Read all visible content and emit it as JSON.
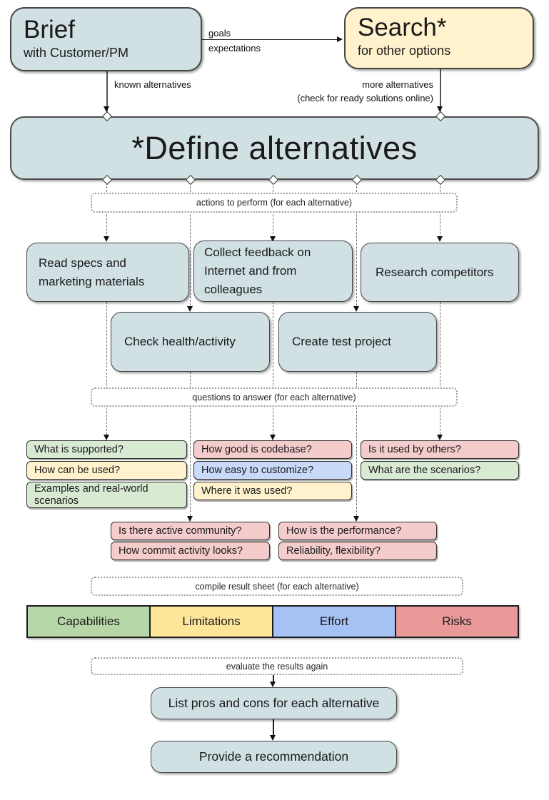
{
  "colors": {
    "node_fill": "#d0e0e3",
    "search_fill": "#fff2cc",
    "tone_green": "#d9ead3",
    "tone_yellow": "#fff2cc",
    "tone_red": "#f4cccc",
    "tone_blue": "#c9daf8",
    "bar_green": "#b6d7a8",
    "bar_yellow": "#ffe599",
    "bar_blue": "#a4c2f4",
    "bar_red": "#ea9999"
  },
  "nodes": {
    "brief": {
      "title": "Brief",
      "subtitle": "with Customer/PM"
    },
    "search": {
      "title": "Search*",
      "subtitle": "for other options"
    },
    "define": {
      "title": "*Define alternatives"
    },
    "action_read_specs": "Read specs and marketing materials",
    "action_collect_feedback": "Collect feedback on Internet and from colleagues",
    "action_research_competitors": "Research competitors",
    "action_check_health": "Check health/activity",
    "action_create_test": "Create test project",
    "list_pros_cons": "List pros and cons for each alternative",
    "recommendation": "Provide a recommendation"
  },
  "bands": {
    "actions": "actions to perform (for each alternative)",
    "questions": "questions to answer (for each alternative)",
    "compile": "compile result sheet (for each alternative)",
    "evaluate": "evaluate the results again"
  },
  "edges": {
    "goals": "goals",
    "expectations": "expectations",
    "known_alternatives": "known alternatives",
    "more_alternatives": "more alternatives",
    "more_alternatives_note": "(check for ready solutions online)"
  },
  "questions": {
    "col1": [
      {
        "label": "What is supported?",
        "tone": "green"
      },
      {
        "label": "How can be used?",
        "tone": "yellow"
      },
      {
        "label": "Examples and real-world scenarios",
        "tone": "green"
      }
    ],
    "col2": [
      {
        "label": "How good is codebase?",
        "tone": "red"
      },
      {
        "label": "How easy to customize?",
        "tone": "blue"
      },
      {
        "label": "Where it was used?",
        "tone": "yellow"
      }
    ],
    "col3": [
      {
        "label": "Is it used by others?",
        "tone": "red"
      },
      {
        "label": "What are the scenarios?",
        "tone": "green"
      }
    ],
    "group1": [
      {
        "label": "Is there active community?",
        "tone": "red"
      },
      {
        "label": "How commit activity looks?",
        "tone": "red"
      }
    ],
    "group2": [
      {
        "label": "How is the performance?",
        "tone": "red"
      },
      {
        "label": "Reliability, flexibility?",
        "tone": "red"
      }
    ]
  },
  "result_sheet": [
    {
      "label": "Capabilities",
      "tone": "green"
    },
    {
      "label": "Limitations",
      "tone": "yellow"
    },
    {
      "label": "Effort",
      "tone": "blue"
    },
    {
      "label": "Risks",
      "tone": "red"
    }
  ]
}
